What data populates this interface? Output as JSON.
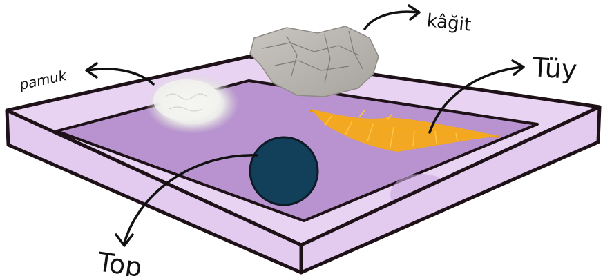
{
  "labels": {
    "cotton": "pamuk",
    "paper": "kâğit",
    "feather": "Tüy",
    "ball": "Top"
  },
  "colors": {
    "tray_outer": "#E8D3F3",
    "tray_inner": "#B893D0",
    "outline": "#1E1218",
    "paper": "#B6B2AC",
    "cotton": "#EDEDE8",
    "feather": "#F5A91A",
    "ball": "#123F5A"
  }
}
